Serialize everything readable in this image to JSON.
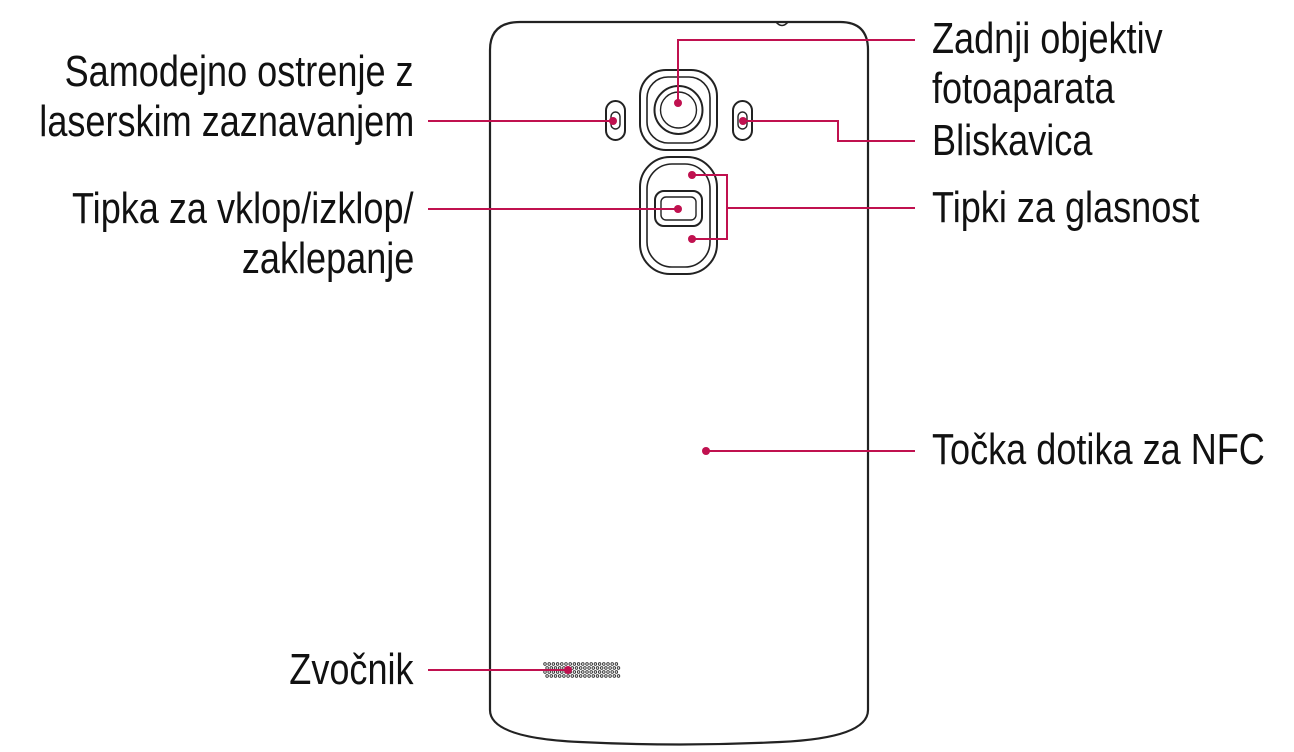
{
  "colors": {
    "callout": "#c0114f",
    "outline": "#222222",
    "text": "#111111"
  },
  "callouts": {
    "laser_af": {
      "line1": "Samodejno ostrenje z",
      "line2": "laserskim zaznavanjem"
    },
    "rear_camera": {
      "line1": "Zadnji objektiv",
      "line2": "fotoaparata"
    },
    "flash": {
      "label": "Bliskavica"
    },
    "power_key": {
      "line1": "Tipka za vklop/izklop/",
      "line2": "zaklepanje"
    },
    "volume_keys": {
      "label": "Tipki za glasnost"
    },
    "nfc": {
      "label": "Točka dotika za NFC"
    },
    "speaker": {
      "label": "Zvočnik"
    }
  }
}
